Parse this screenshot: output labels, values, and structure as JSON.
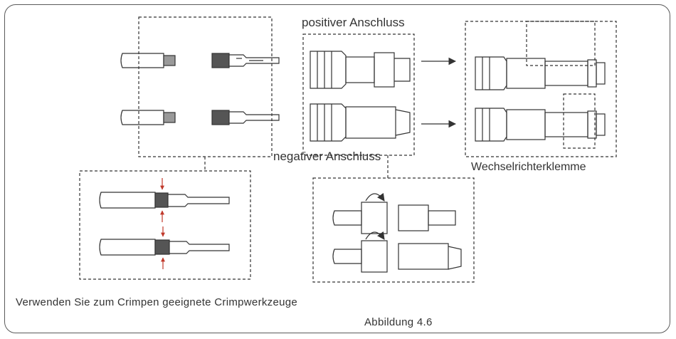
{
  "labels": {
    "positive": "positiver Anschluss",
    "negative": "negativer Anschluss",
    "inverter": "Wechselrichterklemme",
    "crimp_note": "Verwenden Sie zum Crimpen geeignete Crimpwerkzeuge",
    "figure": "Abbildung 4.6"
  },
  "colors": {
    "line": "#333333",
    "frame": "#5a5a5a",
    "arrow": "#333333"
  }
}
